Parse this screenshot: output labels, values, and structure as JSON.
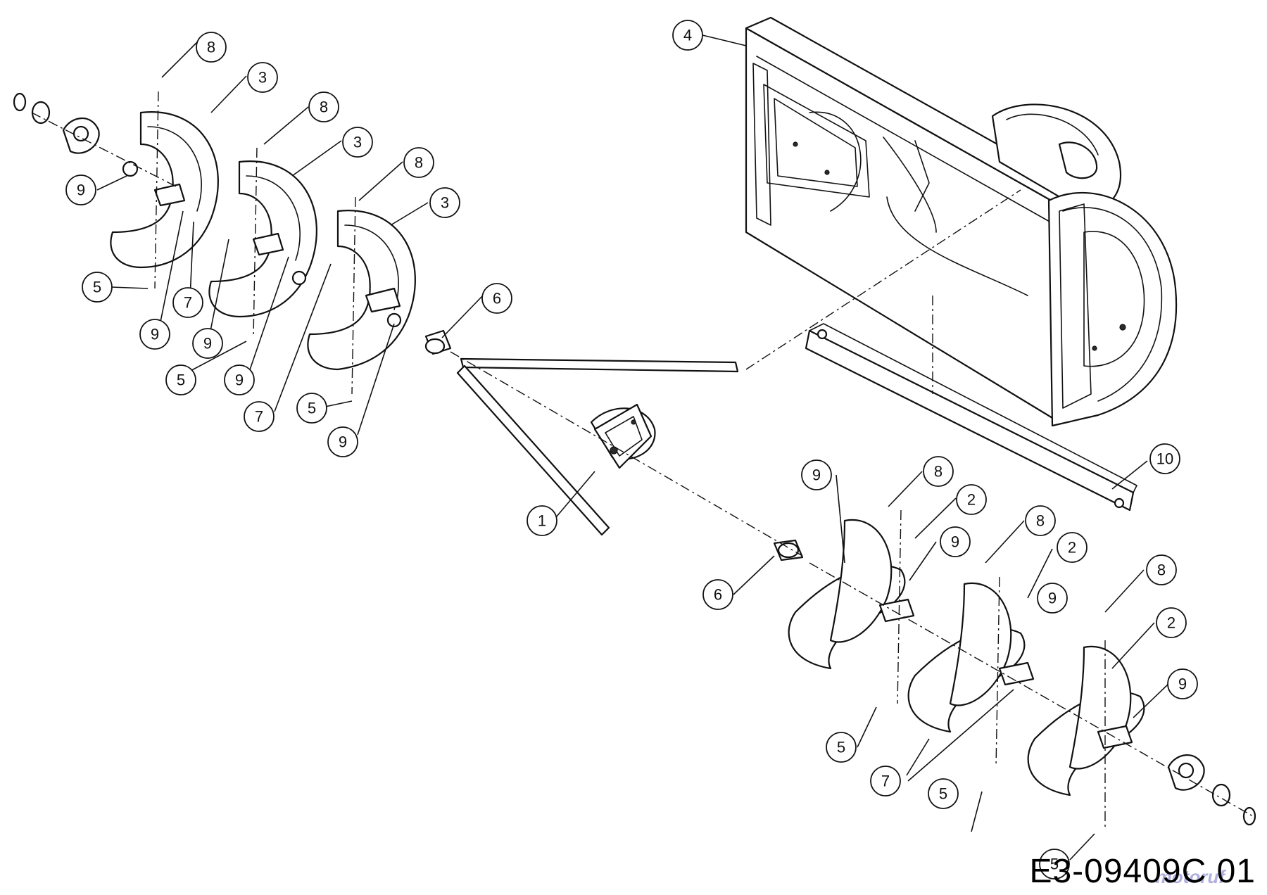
{
  "drawing_number": "E3-09409C 01",
  "watermark": "motoruf",
  "colors": {
    "line": "#111111",
    "background": "#ffffff",
    "watermark": "#6f6fc8"
  },
  "callouts": [
    {
      "id": "c-8-a",
      "label": "8"
    },
    {
      "id": "c-3-a",
      "label": "3"
    },
    {
      "id": "c-8-b",
      "label": "8"
    },
    {
      "id": "c-3-b",
      "label": "3"
    },
    {
      "id": "c-8-c",
      "label": "8"
    },
    {
      "id": "c-3-c",
      "label": "3"
    },
    {
      "id": "c-9-a",
      "label": "9"
    },
    {
      "id": "c-5-a",
      "label": "5"
    },
    {
      "id": "c-7-a",
      "label": "7"
    },
    {
      "id": "c-9-b",
      "label": "9"
    },
    {
      "id": "c-9-c",
      "label": "9"
    },
    {
      "id": "c-5-b",
      "label": "5"
    },
    {
      "id": "c-9-d",
      "label": "9"
    },
    {
      "id": "c-7-b",
      "label": "7"
    },
    {
      "id": "c-5-c",
      "label": "5"
    },
    {
      "id": "c-9-e",
      "label": "9"
    },
    {
      "id": "c-6-a",
      "label": "6"
    },
    {
      "id": "c-4",
      "label": "4"
    },
    {
      "id": "c-1",
      "label": "1"
    },
    {
      "id": "c-10",
      "label": "10"
    },
    {
      "id": "c-6-b",
      "label": "6"
    },
    {
      "id": "c-9-f",
      "label": "9"
    },
    {
      "id": "c-8-d",
      "label": "8"
    },
    {
      "id": "c-2-a",
      "label": "2"
    },
    {
      "id": "c-9-g",
      "label": "9"
    },
    {
      "id": "c-8-e",
      "label": "8"
    },
    {
      "id": "c-2-b",
      "label": "2"
    },
    {
      "id": "c-9-h",
      "label": "9"
    },
    {
      "id": "c-8-f",
      "label": "8"
    },
    {
      "id": "c-2-c",
      "label": "2"
    },
    {
      "id": "c-9-i",
      "label": "9"
    },
    {
      "id": "c-5-d",
      "label": "5"
    },
    {
      "id": "c-7-c",
      "label": "7"
    },
    {
      "id": "c-5-e",
      "label": "5"
    },
    {
      "id": "c-5-f",
      "label": "5"
    }
  ]
}
